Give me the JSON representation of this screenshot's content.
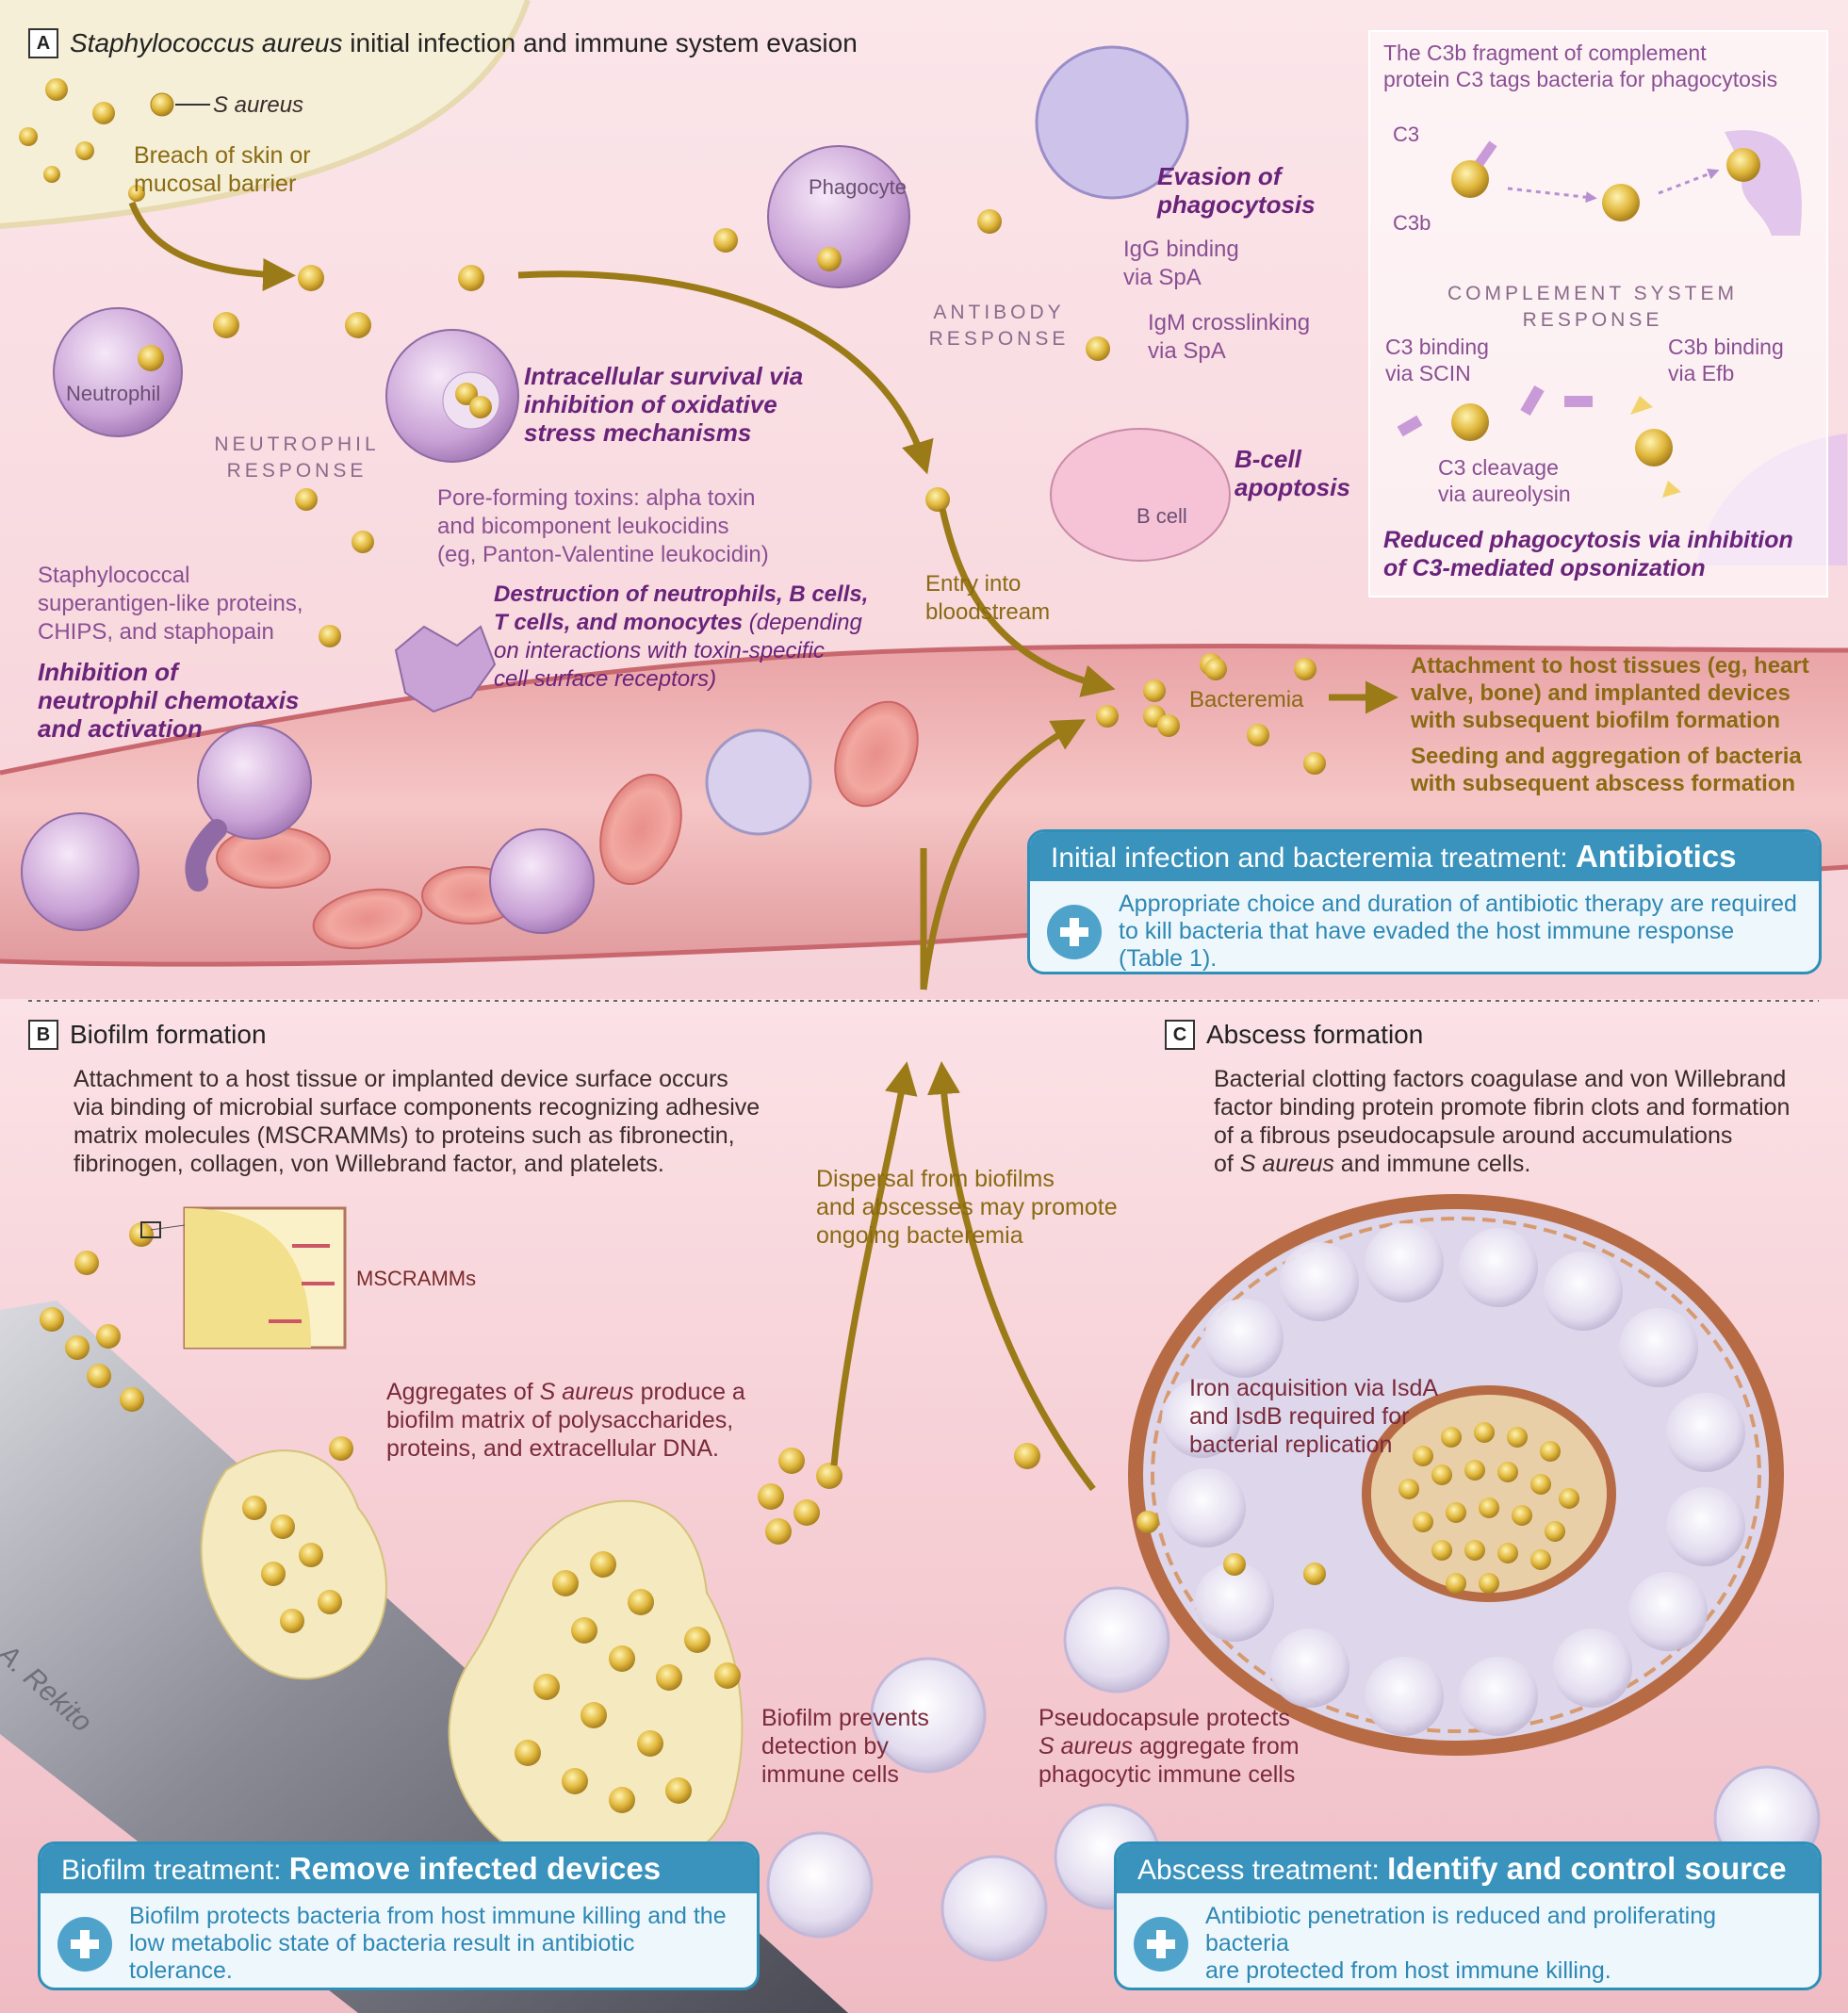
{
  "panel_a": {
    "badge": "A",
    "title_italic": "Staphylococcus aureus",
    "title_rest": " initial infection and immune system evasion",
    "legend_s_aureus": "S aureus",
    "breach": "Breach of skin or\nmucosal barrier",
    "neutrophil": "Neutrophil",
    "neutrophil_response": "NEUTROPHIL\nRESPONSE",
    "phagocyte": "Phagocyte",
    "evasion_phago": "Evasion of\nphagocytosis",
    "igg": "IgG binding\nvia SpA",
    "antibody_response": "ANTIBODY\nRESPONSE",
    "igm": "IgM crosslinking\nvia SpA",
    "bcell": "B cell",
    "bcell_apoptosis": "B-cell\napoptosis",
    "intracellular": "Intracellular survival via\ninhibition of oxidative\nstress mechanisms",
    "pore_toxins": "Pore-forming toxins: alpha toxin\nand bicomponent leukocidins\n(eg, Panton-Valentine leukocidin)",
    "superantigen": "Staphylococcal\nsuperantigen-like proteins,\nCHIPS, and staphopain",
    "inhibition_chemotaxis": "Inhibition of\nneutrophil chemotaxis\nand activation",
    "destruction_bold": "Destruction of neutrophils, B cells,\nT cells, and monocytes",
    "destruction_note": " (depending\non interactions with toxin-specific\ncell surface receptors)",
    "entry": "Entry into\nbloodstream",
    "bacteremia": "Bacteremia",
    "attachment": "Attachment to host tissues (eg, heart\nvalve, bone) and implanted devices\nwith subsequent biofilm formation",
    "seeding": "Seeding and aggregation of bacteria\nwith subsequent abscess formation"
  },
  "complement": {
    "intro": "The C3b fragment of complement\nprotein C3 tags bacteria for phagocytosis",
    "c3": "C3",
    "c3b": "C3b",
    "heading": "COMPLEMENT SYSTEM\nRESPONSE",
    "scin": "C3 binding\nvia SCIN",
    "efb": "C3b binding\nvia Efb",
    "aureolysin": "C3 cleavage\nvia aureolysin",
    "reduced": "Reduced phagocytosis via inhibition\nof C3-mediated opsonization"
  },
  "treatments": {
    "antibiotics": {
      "head_plain": "Initial infection and bacteremia treatment: ",
      "head_bold": "Antibiotics",
      "body": "Appropriate choice and duration of antibiotic therapy are required\nto kill bacteria that have evaded the host immune response (Table 1)."
    },
    "biofilm": {
      "head_plain": "Biofilm treatment: ",
      "head_bold": "Remove infected devices",
      "body": "Biofilm protects bacteria from host immune killing and the\nlow metabolic state of bacteria result in antibiotic tolerance."
    },
    "abscess": {
      "head_plain": "Abscess treatment: ",
      "head_bold": "Identify and control source",
      "body": "Antibiotic penetration is reduced and proliferating bacteria\nare protected from host immune killing."
    }
  },
  "panel_b": {
    "badge": "B",
    "title": "Biofilm formation",
    "description": "Attachment to a host tissue or implanted device surface occurs\nvia binding of microbial surface components recognizing adhesive\nmatrix molecules (MSCRAMMs) to proteins such as fibronectin,\nfibrinogen, collagen, von Willebrand factor, and platelets.",
    "mscramms": "MSCRAMMs",
    "aggregates_pre": "Aggregates of ",
    "aggregates_ital": "S aureus",
    "aggregates_post": " produce a\nbiofilm matrix of polysaccharides,\nproteins, and extracellular DNA.",
    "dispersal": "Dispersal from biofilms\nand abscesses may promote\nongoing bacteremia",
    "prevents": "Biofilm prevents\ndetection by\nimmune cells",
    "signature": "A. Rekito"
  },
  "panel_c": {
    "badge": "C",
    "title": "Abscess formation",
    "description_main": "Bacterial clotting factors coagulase and von Willebrand\nfactor binding protein promote fibrin clots and formation\nof a fibrous pseudocapsule around accumulations\nof ",
    "description_ital": "S aureus",
    "description_end": " and immune cells.",
    "iron": "Iron acquisition via IsdA\nand IsdB required for\nbacterial replication",
    "pseudo_pre": "Pseudocapsule protects\n",
    "pseudo_ital": "S aureus",
    "pseudo_post": " aggregate from\nphagocytic immune cells"
  },
  "colors": {
    "bacteria": "#d9b33a",
    "gold_text": "#8a6a12",
    "purple_text": "#6a237a",
    "treatment_blue": "#3a93bd"
  }
}
